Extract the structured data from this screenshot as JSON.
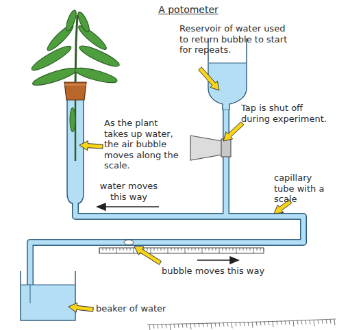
{
  "diagram": {
    "title": "A potometer",
    "labels": [
      "Reservoir of water used to return bubble to start for repeats.",
      "As the plant takes up water, the air bubble moves along the scale.",
      "Tap is shut off during experiment.",
      "capillary tube with a scale",
      "water moves this way",
      "bubble moves this way",
      "beaker of water"
    ]
  }
}
